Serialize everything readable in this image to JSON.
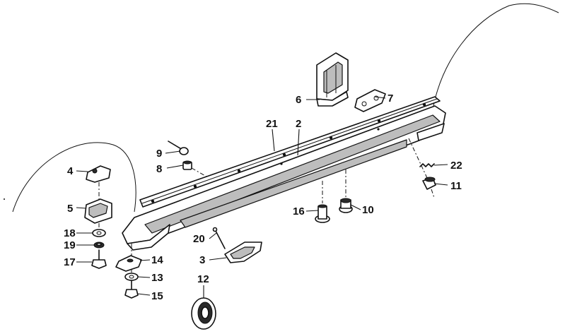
{
  "callouts": {
    "p2": "2",
    "p3": "3",
    "p4": "4",
    "p5": "5",
    "p6": "6",
    "p7": "7",
    "p8": "8",
    "p9": "9",
    "p10": "10",
    "p11": "11",
    "p12": "12",
    "p13": "13",
    "p14": "14",
    "p15": "15",
    "p16": "16",
    "p17": "17",
    "p18": "18",
    "p19": "19",
    "p20": "20",
    "p21": "21",
    "p22": "22"
  }
}
